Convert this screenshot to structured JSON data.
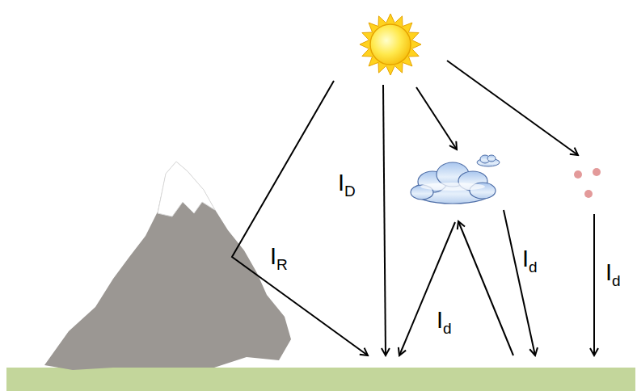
{
  "diagram": {
    "labels": [
      "ID",
      "Id",
      "IR",
      "Id",
      "Id"
    ]
  }
}
